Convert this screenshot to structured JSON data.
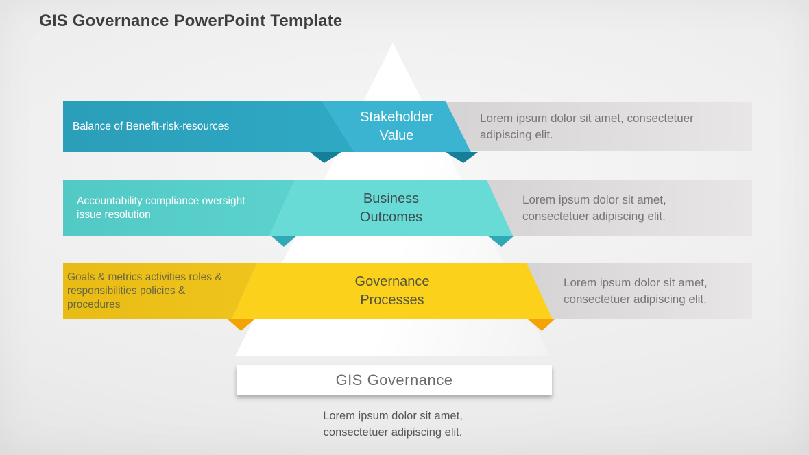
{
  "slide": {
    "title": "GIS Governance PowerPoint Template"
  },
  "bands": [
    {
      "left_lines": [
        "Balance of Benefit-risk-resources"
      ],
      "center_lines": [
        "Stakeholder",
        "Value"
      ],
      "right_lines": [
        "Lorem ipsum dolor sit amet, consectetuer",
        "adipiscing elit."
      ],
      "colors": {
        "left": "#2CA3BE",
        "center": "#3AB4D0",
        "fold": "#157E99",
        "center_text": "#FFFFFF",
        "left_text": "#FFFFFF"
      }
    },
    {
      "left_lines": [
        "Accountability compliance oversight",
        "issue resolution"
      ],
      "center_lines": [
        "Business",
        "Outcomes"
      ],
      "right_lines": [
        "Lorem ipsum dolor sit amet,",
        "consectetuer adipiscing elit."
      ],
      "colors": {
        "left": "#55CFCA",
        "center": "#69DBD6",
        "fold": "#2FA9B5",
        "center_text": "#3F4D50",
        "left_text": "#FFFFFF"
      }
    },
    {
      "left_lines": [
        "Goals & metrics activities roles &",
        "responsibilities policies &",
        "procedures"
      ],
      "center_lines": [
        "Governance",
        "Processes"
      ],
      "right_lines": [
        "Lorem ipsum dolor sit amet,",
        "consectetuer adipiscing elit."
      ],
      "colors": {
        "left": "#ECC01B",
        "center": "#FBD11B",
        "fold": "#F2A407",
        "center_text": "#53553F",
        "left_text": "#6B6740"
      }
    }
  ],
  "base": {
    "label": "GIS Governance"
  },
  "caption_lines": [
    "Lorem ipsum dolor sit amet,",
    "consectetuer adipiscing elit."
  ],
  "background": {
    "gray_band": "#D5D3D3",
    "pyramid": "#FFFFFF",
    "page": "#ECECEC"
  }
}
